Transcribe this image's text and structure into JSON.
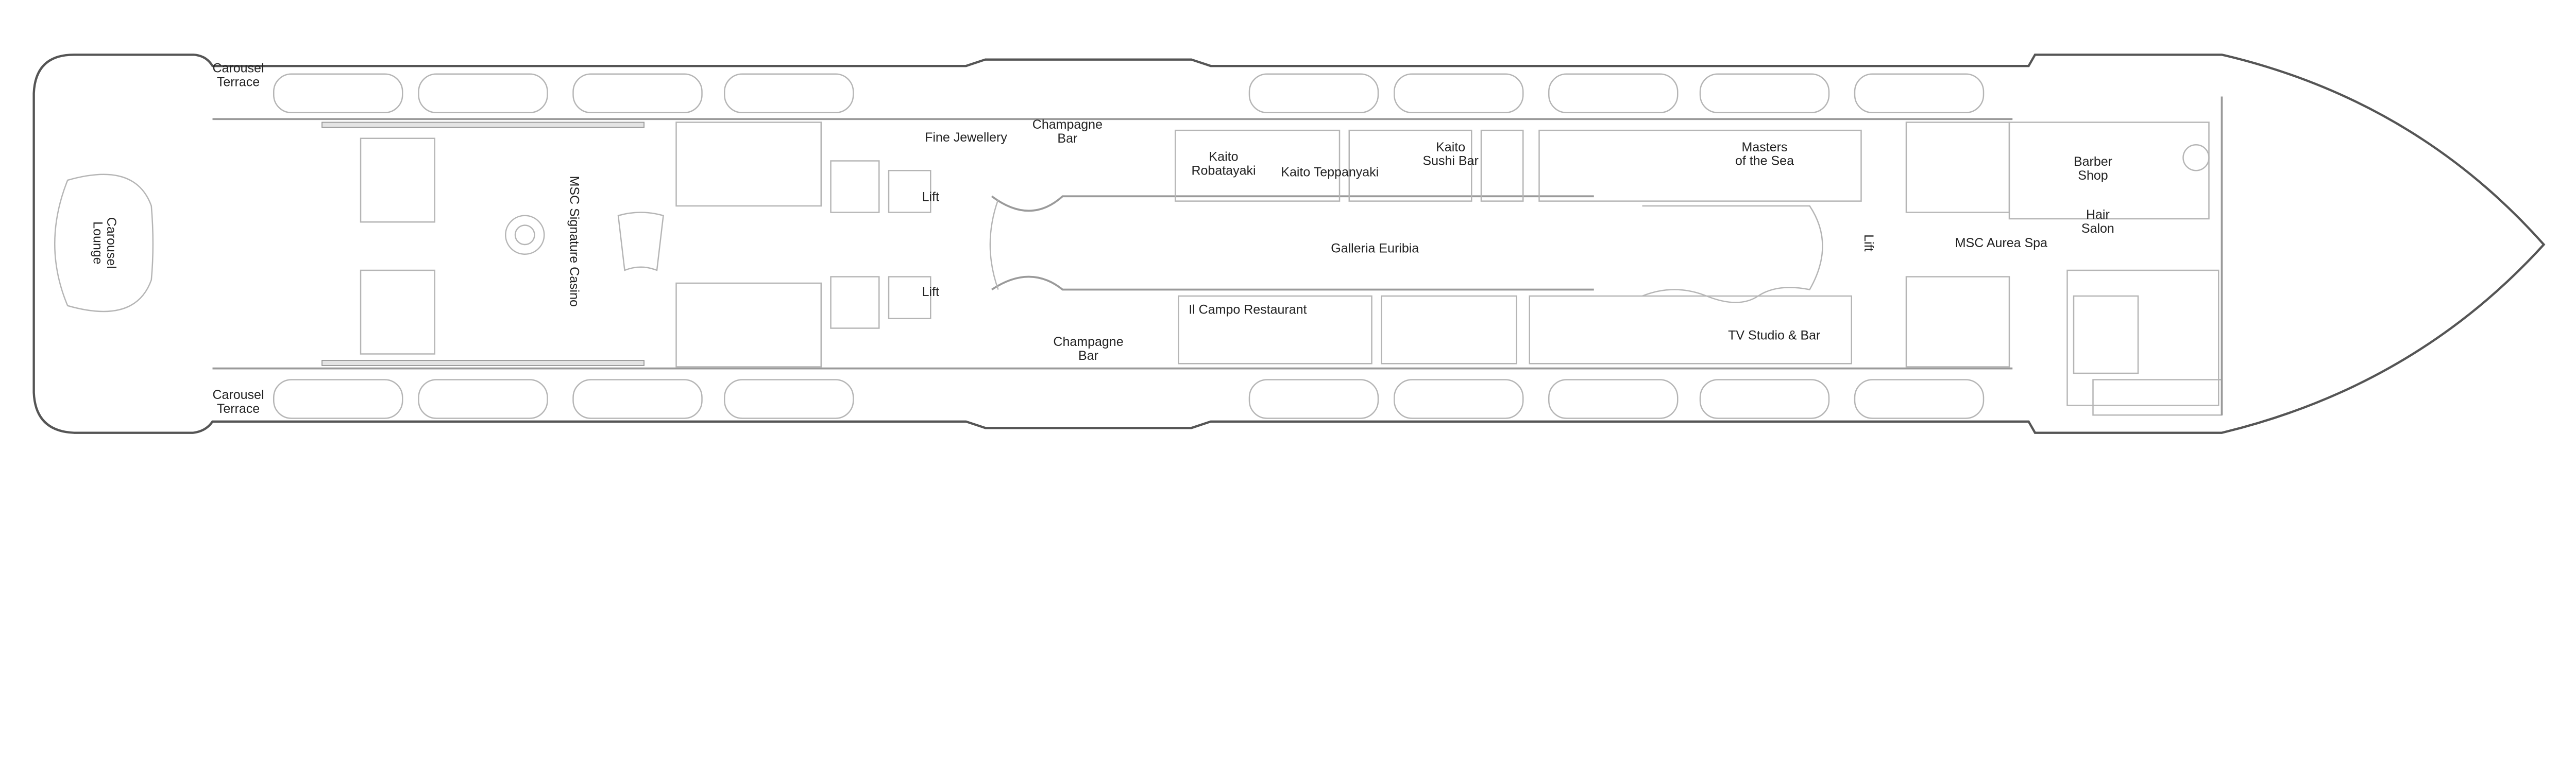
{
  "deck_plan": {
    "areas": {
      "carousel_terrace_top": [
        "Carousel",
        "Terrace"
      ],
      "carousel_terrace_bottom": [
        "Carousel",
        "Terrace"
      ],
      "carousel_lounge": [
        "Carousel",
        "Lounge"
      ],
      "casino": "MSC Signature Casino",
      "fine_jewellery": "Fine Jewellery",
      "champagne_bar_top": [
        "Champagne",
        "Bar"
      ],
      "champagne_bar_bottom": [
        "Champagne",
        "Bar"
      ],
      "lift_1": "Lift",
      "lift_2": "Lift",
      "lift_3": "Lift",
      "kaito_robatayaki": [
        "Kaito",
        "Robatayaki"
      ],
      "kaito_teppanyaki": "Kaito Teppanyaki",
      "kaito_sushi_bar": [
        "Kaito",
        "Sushi Bar"
      ],
      "masters_of_the_sea": [
        "Masters",
        "of the Sea"
      ],
      "galleria_euribia": "Galleria Euribia",
      "il_campo": "Il Campo Restaurant",
      "tv_studio": "TV Studio & Bar",
      "aurea_spa": "MSC Aurea Spa",
      "barber_shop": [
        "Barber",
        "Shop"
      ],
      "hair_salon": [
        "Hair",
        "Salon"
      ]
    },
    "colors": {
      "outline": "#555555",
      "walls": "#9a9a9a",
      "text": "#222222"
    }
  }
}
